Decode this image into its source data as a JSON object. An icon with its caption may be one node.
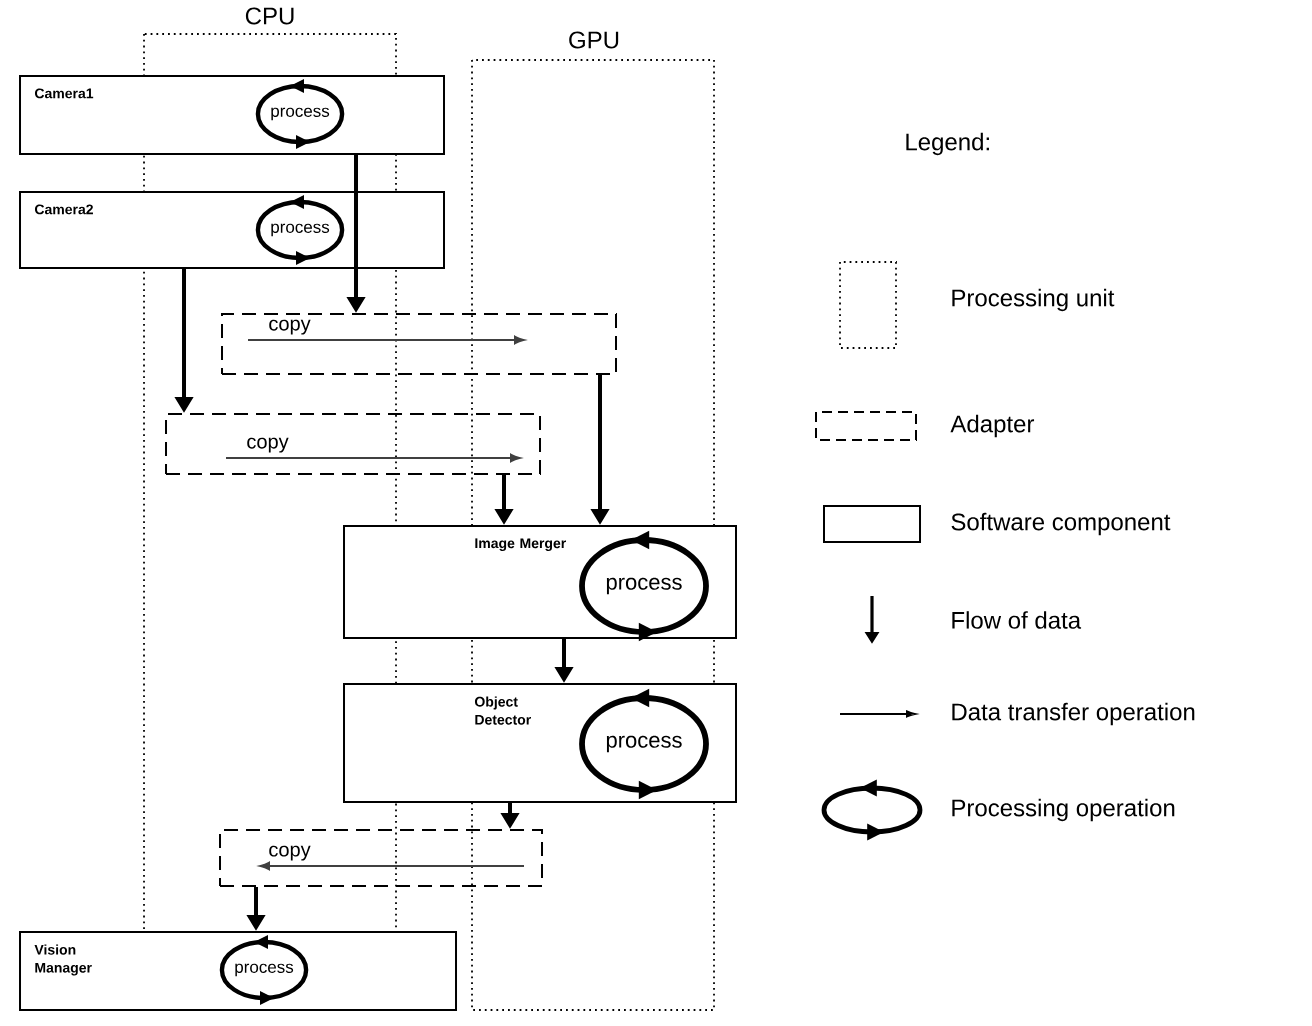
{
  "diagram": {
    "nodes": [
      {
        "text": [
          "Camera1"
        ]
      },
      {
        "text": [
          "process"
        ],
        "in": 0
      },
      {
        "text": [
          "Camera2"
        ]
      },
      {
        "text": [
          "process"
        ],
        "in": 2
      },
      {
        "text": [
          "copy"
        ]
      },
      {
        "text": [
          "copy"
        ]
      },
      {
        "text": [
          "Image Merger"
        ]
      },
      {
        "text": [
          "process"
        ],
        "in": 6
      },
      {
        "text": [
          "Object Detector"
        ]
      },
      {
        "text": [
          "process"
        ],
        "in": 8
      },
      {
        "text": [
          "copy"
        ]
      },
      {
        "text": [
          "Vision Manager"
        ]
      },
      {
        "text": [
          "process"
        ],
        "in": 11
      },
      {
        "text": [],
        "shape": "arrow",
        "in": 4
      },
      {
        "text": [],
        "shape": "arrow",
        "in": 5
      },
      {
        "text": [],
        "shape": "arrow",
        "in": 10
      }
    ],
    "edges": [
      {
        "from": 0,
        "to": 4,
        "arrow": "to"
      },
      {
        "from": 2,
        "to": 5,
        "arrow": "to"
      },
      {
        "from": 4,
        "to": 6,
        "arrow": "to"
      },
      {
        "from": 5,
        "to": 6,
        "arrow": "to"
      },
      {
        "from": 6,
        "to": 8,
        "arrow": "to"
      },
      {
        "from": 8,
        "to": 10,
        "arrow": "to"
      },
      {
        "from": 10,
        "to": 11,
        "arrow": "to"
      }
    ],
    "labels": [
      "CPU",
      "GPU",
      "Legend:"
    ],
    "legend": [
      {
        "text": "Processing unit"
      },
      {
        "text": "Adapter"
      },
      {
        "text": "Software component"
      },
      {
        "text": "Flow of data"
      },
      {
        "text": "Data transfer operation"
      },
      {
        "text": "Processing operation"
      }
    ]
  }
}
